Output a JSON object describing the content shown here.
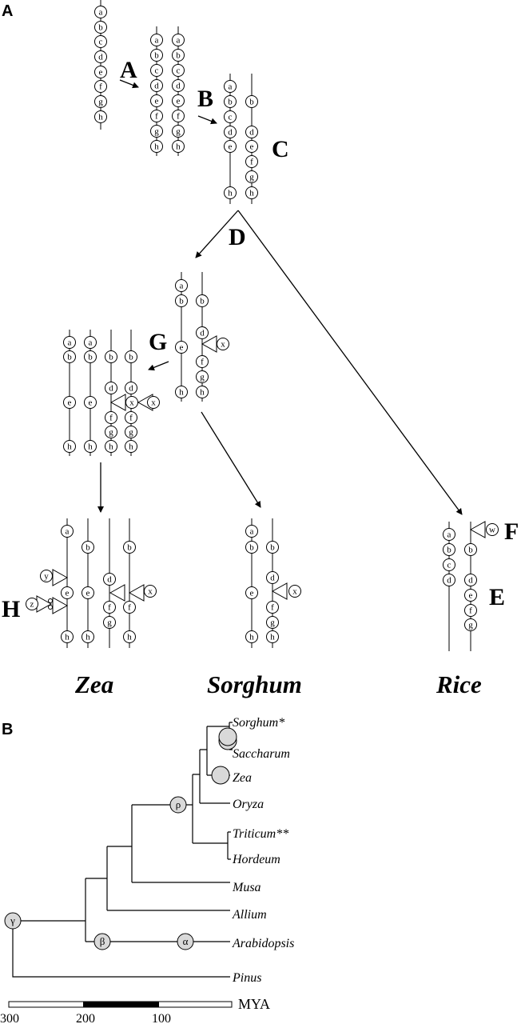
{
  "panel_a": {
    "label": "A",
    "step_labels": {
      "A": "A",
      "B": "B",
      "C": "C",
      "D": "D",
      "E": "E",
      "F": "F",
      "G": "G",
      "H": "H"
    },
    "chromosomes": {
      "ancestor": [
        [
          "a",
          "b",
          "c",
          "d",
          "e",
          "f",
          "g",
          "h"
        ]
      ],
      "duplicated": [
        [
          "a",
          "b",
          "c",
          "d",
          "e",
          "f",
          "g",
          "h"
        ],
        [
          "a",
          "b",
          "c",
          "d",
          "e",
          "f",
          "g",
          "h"
        ]
      ],
      "diploidized": [
        [
          "a",
          "b",
          "c",
          "d",
          "e",
          "h"
        ],
        [
          "b",
          "d",
          "e",
          "f",
          "g",
          "h"
        ]
      ],
      "sorghum_ancestor": [
        [
          "a",
          "b",
          "e",
          "h"
        ],
        [
          "b",
          "d",
          "f",
          "g",
          "h"
        ]
      ],
      "zea_tetraploid": [
        [
          "a",
          "b",
          "e",
          "h"
        ],
        [
          "a",
          "b",
          "e",
          "h"
        ],
        [
          "b",
          "d",
          "f",
          "g",
          "h"
        ],
        [
          "b",
          "d",
          "f",
          "g",
          "h"
        ]
      ],
      "zea": [
        [
          "a",
          "e",
          "h"
        ],
        [
          "b",
          "e",
          "h"
        ],
        [
          "d",
          "f",
          "g"
        ],
        [
          "b",
          "f",
          "h"
        ]
      ],
      "sorghum": [
        [
          "a",
          "b",
          "e",
          "h"
        ],
        [
          "b",
          "d",
          "f",
          "g",
          "h"
        ]
      ],
      "rice": [
        [
          "a",
          "b",
          "c",
          "d"
        ],
        [
          "b",
          "d",
          "e",
          "f",
          "g"
        ]
      ]
    },
    "insertions": {
      "x": "x",
      "y": "y",
      "z": "z",
      "w": "w"
    },
    "species": {
      "zea": "Zea",
      "sorghum": "Sorghum",
      "rice": "Rice"
    }
  },
  "panel_b": {
    "label": "B",
    "taxa": [
      "Sorghum*",
      "Saccharum",
      "Zea",
      "Oryza",
      "Triticum**",
      "Hordeum",
      "Musa",
      "Allium",
      "Arabidopsis",
      "Pinus"
    ],
    "duplication_events": {
      "gamma": "γ",
      "beta": "β",
      "alpha": "α",
      "rho": "ρ"
    },
    "node_fill": "#d9d9d9",
    "scale": {
      "unit": "MYA",
      "ticks": [
        "300",
        "200",
        "100"
      ]
    }
  }
}
